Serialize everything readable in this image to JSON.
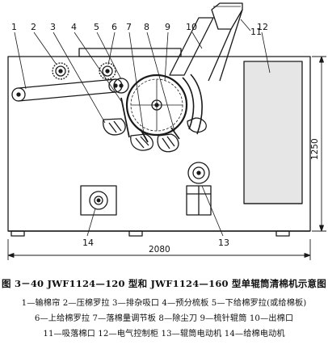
{
  "figure": {
    "callouts": [
      "1",
      "2",
      "3",
      "4",
      "5",
      "6",
      "7",
      "8",
      "9",
      "10",
      "11",
      "12",
      "13",
      "14"
    ],
    "dimensions": {
      "width": "2080",
      "height": "1250"
    }
  },
  "caption": {
    "title": "图 3－40   JWF1124—120 型和 JWF1124—160 型单辊筒清棉机示意图",
    "lines": [
      "1—输棉帘  2—压棉罗拉  3—排杂吸口  4—预分梳板  5—下给棉罗拉(或给棉板)",
      "6—上给棉罗拉  7—落棉量调节板  8—除尘刀  9—梳针辊筒  10—出棉口",
      "11—吸落棉口  12—电气控制柜  13—辊筒电动机  14—给棉电动机"
    ]
  },
  "colors": {
    "line": "#1a1a1a",
    "panel_fill": "#e6e6e6",
    "background": "#ffffff"
  }
}
